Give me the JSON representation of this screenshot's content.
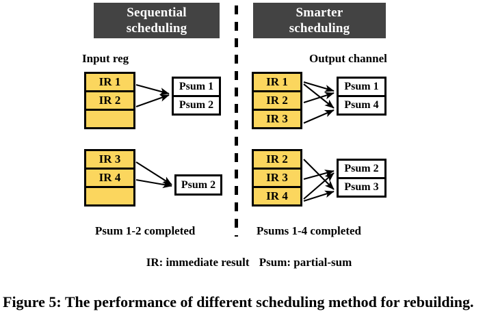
{
  "figure": {
    "caption": "Figure 5: The performance of different scheduling method for rebuilding.",
    "caption_line1": "Figure 5: The performance of different scheduling method",
    "caption_line2": "for rebuilding."
  },
  "panels": {
    "left": {
      "header_line1": "Sequential",
      "header_line2": "scheduling",
      "column_label": "Input reg",
      "status": "Psum 1-2 completed",
      "groups": [
        {
          "name": "top",
          "registers": [
            "IR 1",
            "IR 2",
            ""
          ],
          "outputs": [
            "Psum 1",
            "Psum 2"
          ]
        },
        {
          "name": "bottom",
          "registers": [
            "IR 3",
            "IR 4",
            ""
          ],
          "outputs": [
            "Psum 2"
          ]
        }
      ]
    },
    "right": {
      "header_line1": "Smarter",
      "header_line2": "scheduling",
      "column_label": "Output channel",
      "status": "Psums 1-4 completed",
      "groups": [
        {
          "name": "top",
          "registers": [
            "IR 1",
            "IR 2",
            "IR 3"
          ],
          "outputs": [
            "Psum 1",
            "Psum 4"
          ]
        },
        {
          "name": "bottom",
          "registers": [
            "IR 2",
            "IR 3",
            "IR 4"
          ],
          "outputs": [
            "Psum 2",
            "Psum 3"
          ]
        }
      ]
    }
  },
  "legend": {
    "ir": "IR: immediate result",
    "psum": "Psum: partial-sum"
  },
  "colors": {
    "register_fill": "#FBD65E",
    "header_fill": "#434343",
    "header_text": "#FFFFFF",
    "output_fill": "#FFFFFF",
    "stroke": "#000000"
  },
  "chart_data": {
    "type": "diagram",
    "title": "The performance of different scheduling method for rebuilding",
    "panels": [
      {
        "label": "Sequential scheduling",
        "source_label": "Input reg",
        "result": "Psum 1-2 completed",
        "flows": [
          {
            "from": "IR 1",
            "to": "Psum 1",
            "group": "top"
          },
          {
            "from": "IR 2",
            "to": "Psum 1",
            "group": "top"
          },
          {
            "from": "IR 3",
            "to": "Psum 2",
            "group": "bottom"
          },
          {
            "from": "IR 4",
            "to": "Psum 2",
            "group": "bottom"
          }
        ],
        "psums_completed": 2
      },
      {
        "label": "Smarter scheduling",
        "source_label": "Output channel",
        "result": "Psums 1-4 completed",
        "flows": [
          {
            "from": "IR 1",
            "to": "Psum 1",
            "group": "top"
          },
          {
            "from": "IR 1",
            "to": "Psum 4",
            "group": "top"
          },
          {
            "from": "IR 2",
            "to": "Psum 1",
            "group": "top"
          },
          {
            "from": "IR 3",
            "to": "Psum 4",
            "group": "top"
          },
          {
            "from": "IR 2",
            "to": "Psum 3",
            "group": "bottom"
          },
          {
            "from": "IR 3",
            "to": "Psum 2",
            "group": "bottom"
          },
          {
            "from": "IR 4",
            "to": "Psum 2",
            "group": "bottom"
          },
          {
            "from": "IR 4",
            "to": "Psum 3",
            "group": "bottom"
          }
        ],
        "psums_completed": 4
      }
    ]
  }
}
